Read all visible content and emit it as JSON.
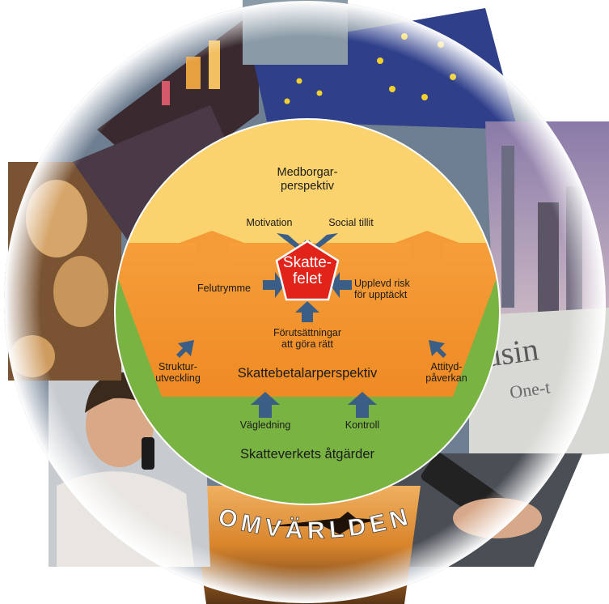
{
  "diagram": {
    "outer_label": "OMVÄRLDEN",
    "core_label": "Skatte-\nfelet",
    "citizen_perspective": "Medborgar-\nperspektiv",
    "taxpayer_perspective": "Skattebetalarperspektiv",
    "agency_measures": "Skatteverkets åtgärder",
    "factors": {
      "motivation": "Motivation",
      "social_trust": "Social tillit",
      "scope_for_error": "Felutrymme",
      "perceived_risk": "Upplevd risk\nför upptäckt",
      "prerequisites": "Förutsättningar\natt göra rätt"
    },
    "measures": {
      "structural": "Struktur-\nutveckling",
      "attitude": "Attityd-\npåverkan",
      "guidance": "Vägledning",
      "control": "Kontroll"
    },
    "colors": {
      "citizen_zone": "#FBD36E",
      "taxpayer_zone": "#F49A36",
      "agency_zone": "#79B443",
      "core": "#E2231A",
      "arrow": "#3A5E86"
    }
  }
}
